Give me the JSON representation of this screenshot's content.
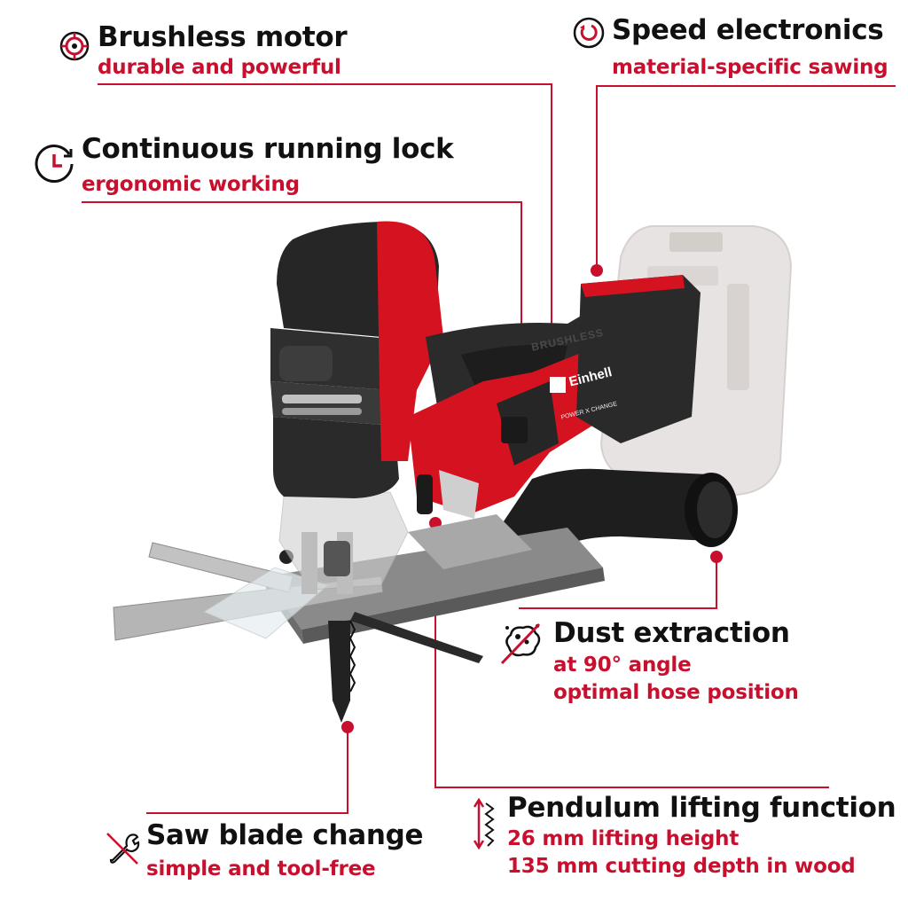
{
  "colors": {
    "accent": "#c8102e",
    "text": "#111111",
    "tool_body": "#2b2b2b",
    "tool_red": "#d5121f",
    "battery_ghost": "#d9d4d2"
  },
  "features": {
    "brushless_motor": {
      "title": "Brushless motor",
      "subtitle": "durable and powerful",
      "icon": "motor-icon"
    },
    "speed_electronics": {
      "title": "Speed electronics",
      "subtitle": "material-specific sawing",
      "icon": "speed-dial-icon"
    },
    "running_lock": {
      "title": "Continuous running lock",
      "subtitle": "ergonomic working",
      "icon": "clock-icon"
    },
    "dust_extraction": {
      "title": "Dust extraction",
      "line1": "at 90° angle",
      "line2": "optimal hose position",
      "icon": "dust-icon"
    },
    "pendulum": {
      "title": "Pendulum lifting function",
      "line1": "26 mm lifting height",
      "line2": "135 mm cutting depth in wood",
      "icon": "pendulum-icon"
    },
    "blade_change": {
      "title": "Saw blade change",
      "subtitle": "simple and tool-free",
      "icon": "wrench-icon"
    }
  },
  "product": {
    "brand_label": "Einhell",
    "side_text": "BRUSHLESS",
    "panel_text": "POWER X CHANGE"
  }
}
